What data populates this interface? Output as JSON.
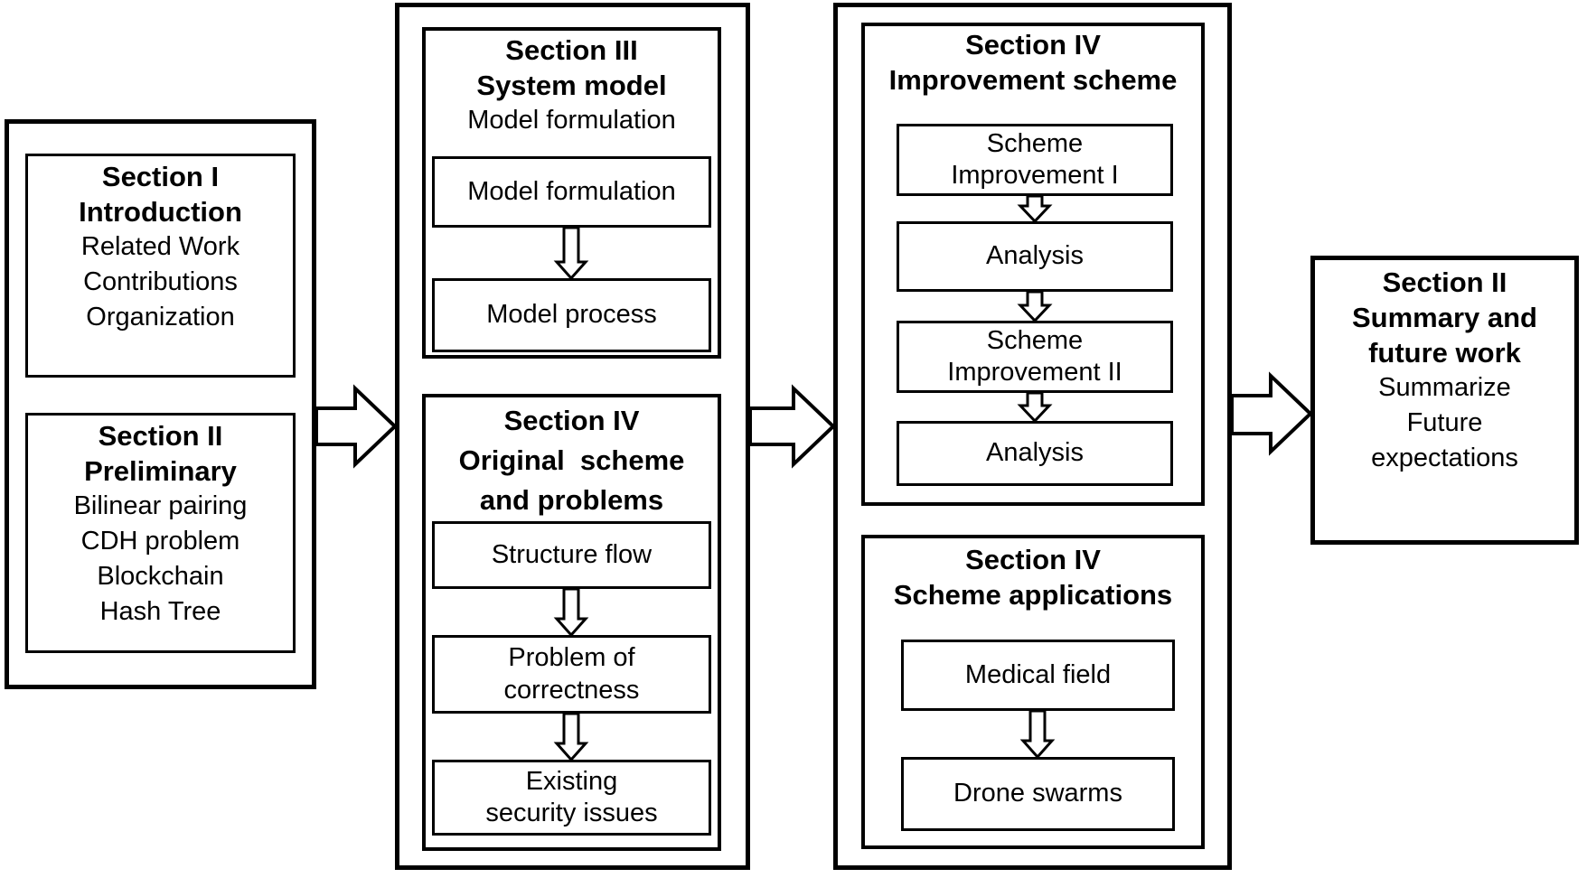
{
  "diagram": {
    "col1": {
      "intro": {
        "h1": "Section I",
        "h2": "Introduction",
        "items": [
          "Related Work",
          "Contributions",
          "Organization"
        ]
      },
      "preliminary": {
        "h1": "Section II",
        "h2": "Preliminary",
        "items": [
          "Bilinear pairing",
          "CDH problem",
          "Blockchain",
          "Hash Tree"
        ]
      }
    },
    "col2": {
      "system_model": {
        "h1": "Section III",
        "h2": "System model",
        "sub": "Model formulation",
        "steps": [
          "Model formulation",
          "Model process"
        ]
      },
      "original_scheme": {
        "h1": "Section IV",
        "h2": "Original  scheme",
        "h3": "and problems",
        "steps": [
          "Structure flow",
          "Problem of\ncorrectness",
          "Existing\nsecurity issues"
        ]
      }
    },
    "col3": {
      "improvement": {
        "h1": "Section IV",
        "h2": "Improvement scheme",
        "steps": [
          "Scheme\nImprovement I",
          "Analysis",
          "Scheme\nImprovement II",
          "Analysis"
        ]
      },
      "applications": {
        "h1": "Section IV",
        "h2": "Scheme applications",
        "steps": [
          "Medical field",
          "Drone swarms"
        ]
      }
    },
    "col4": {
      "summary": {
        "h1": "Section II",
        "h2": "Summary and",
        "h3": "future work",
        "items": [
          "Summarize",
          "Future",
          "expectations"
        ]
      }
    },
    "colors": {
      "line": "#000000",
      "text": "#000000",
      "background": "#ffffff"
    }
  }
}
